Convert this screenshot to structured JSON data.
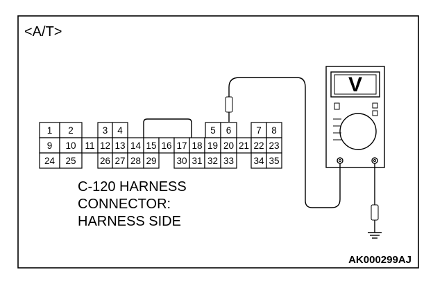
{
  "title": "<A/T>",
  "connector_label_lines": [
    "C-120 HARNESS",
    "CONNECTOR:",
    "HARNESS SIDE"
  ],
  "figure_code": "AK000299AJ",
  "connector": {
    "row1": [
      "1",
      "2",
      "3",
      "4",
      "5",
      "6",
      "7",
      "8"
    ],
    "row2": [
      "9",
      "10",
      "11",
      "12",
      "13",
      "14",
      "15",
      "16",
      "17",
      "18",
      "19",
      "20",
      "21",
      "22",
      "23"
    ],
    "row3": [
      "24",
      "25",
      "26",
      "27",
      "28",
      "29",
      "30",
      "31",
      "32",
      "33",
      "34",
      "35"
    ]
  },
  "meter": {
    "symbol": "V"
  }
}
